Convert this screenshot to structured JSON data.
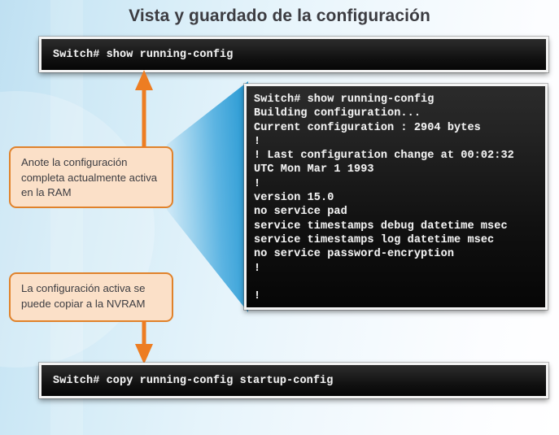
{
  "title": "Vista y guardado de la configuración",
  "colors": {
    "accent_orange": "#e0822b",
    "callout_fill": "#fbe0c8",
    "wedge_blue": "#2b9bd4",
    "terminal_bg": "#111111",
    "terminal_text": "#f2f2f2",
    "title_text": "#3c3c41",
    "background_blue": "#bfe0f2"
  },
  "terminal_top": {
    "lines": [
      "Switch# show running-config"
    ]
  },
  "terminal_bottom": {
    "lines": [
      "Switch# copy running-config startup-config"
    ]
  },
  "terminal_detail": {
    "lines": [
      "Switch# show running-config",
      "Building configuration...",
      "Current configuration : 2904 bytes",
      "!",
      "! Last configuration change at 00:02:32",
      "UTC Mon Mar 1 1993",
      "!",
      "version 15.0",
      "no service pad",
      "service timestamps debug datetime msec",
      "service timestamps log datetime msec",
      "no service password-encryption",
      "!",
      "",
      "!"
    ]
  },
  "callouts": [
    {
      "id": "ram",
      "text": "Anote la configuración completa actualmente activa en la RAM",
      "arrow": "up"
    },
    {
      "id": "nvram",
      "text": "La configuración activa se puede copiar a la NVRAM",
      "arrow": "down"
    }
  ]
}
